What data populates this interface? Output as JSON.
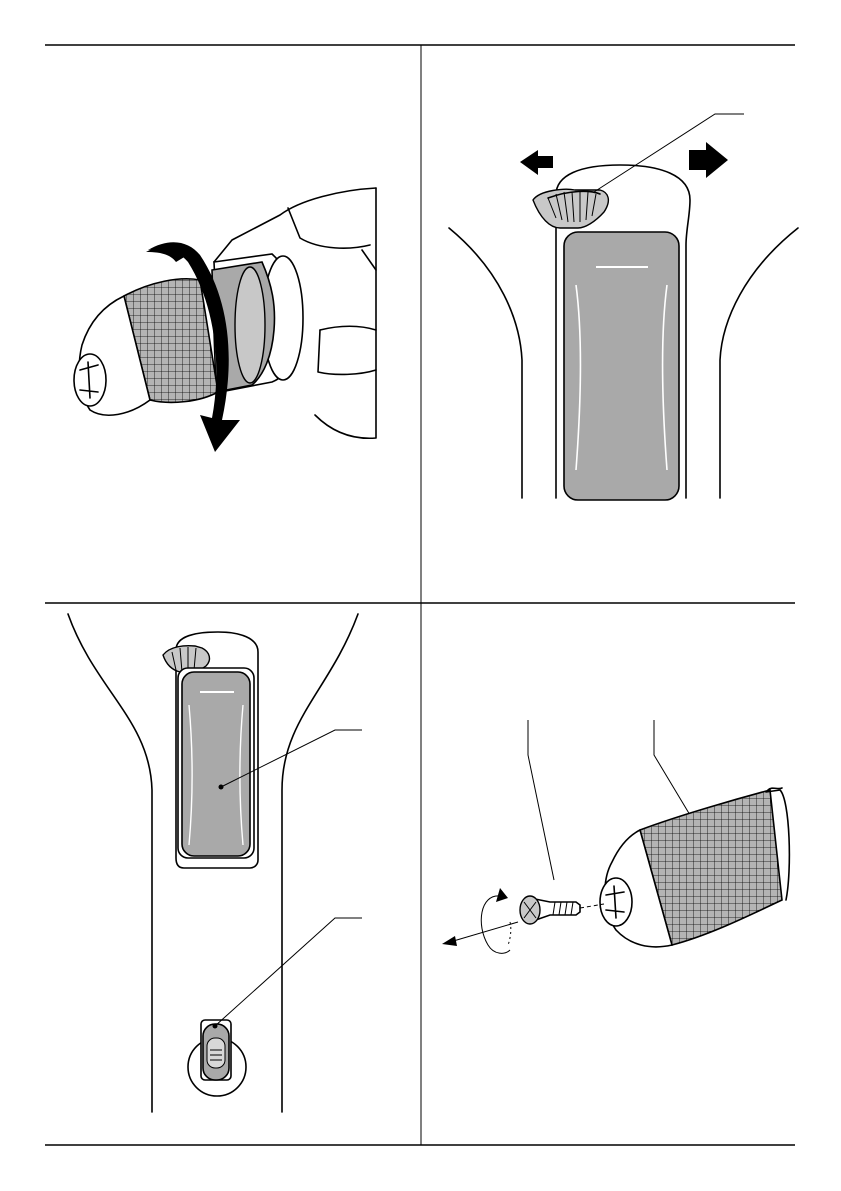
{
  "figure": {
    "panels": [
      {
        "id": "panel-1",
        "content": "chuck-rotation"
      },
      {
        "id": "panel-2",
        "content": "forward-reverse-switch"
      },
      {
        "id": "panel-3",
        "content": "handle-with-battery-and-lock"
      },
      {
        "id": "panel-4",
        "content": "screw-removal-from-chuck"
      }
    ]
  }
}
